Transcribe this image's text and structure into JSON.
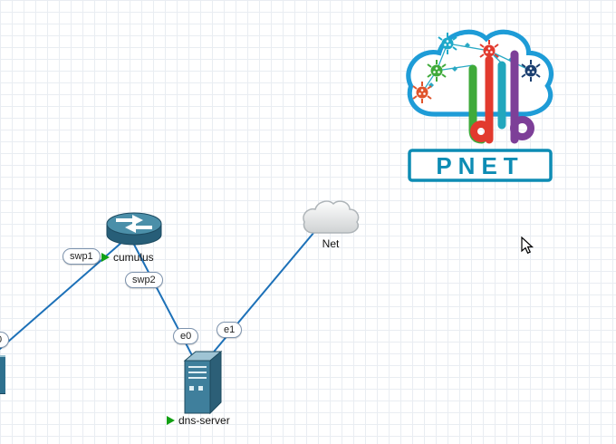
{
  "canvas": {
    "grid_color": "#e9edf2",
    "link_color": "#1d71b8"
  },
  "topology": {
    "nodes": [
      {
        "id": "cumulus",
        "label": "cumulus",
        "type": "router",
        "status": "running"
      },
      {
        "id": "dns-server",
        "label": "dns-server",
        "type": "server",
        "status": "running"
      },
      {
        "id": "Net",
        "label": "Net",
        "type": "cloud"
      }
    ],
    "interface_labels": {
      "swp1": "swp1",
      "swp2": "swp2",
      "e0": "e0",
      "e1": "e1",
      "edge_partial": "0"
    },
    "status_color": "#12a014"
  },
  "logo": {
    "word": "lab",
    "brand": "PNET",
    "cloud_color": "#1e9cd7",
    "brand_color": "#0d8cb4",
    "letter_colors": {
      "l": "#3faa3a",
      "a": "#e23a2e",
      "pipe": "#22a7bd",
      "b": "#7d3f98"
    }
  }
}
